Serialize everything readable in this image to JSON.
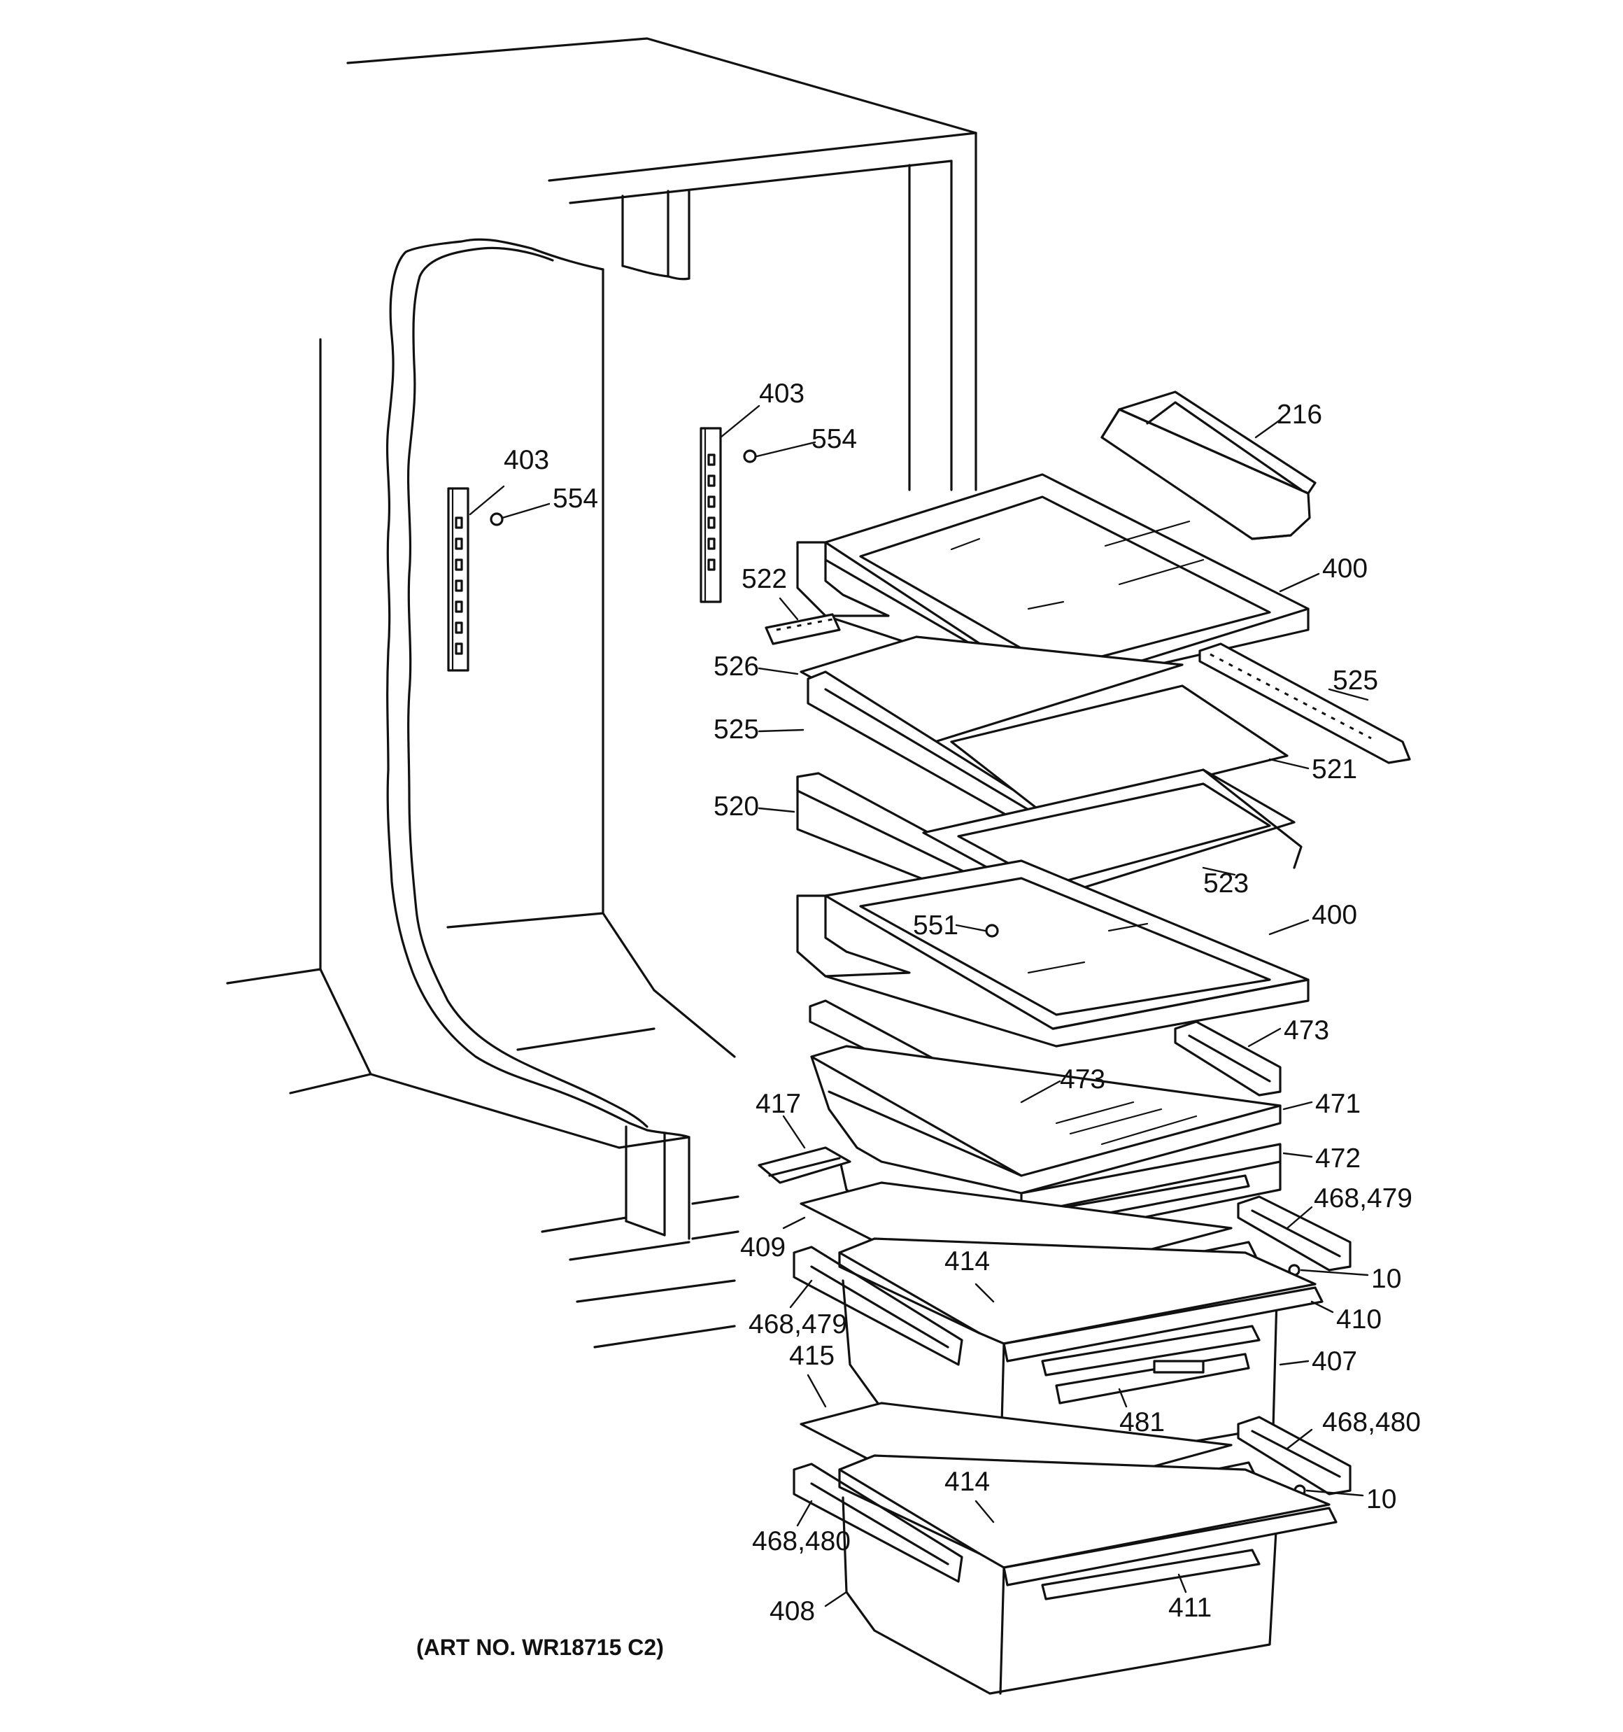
{
  "diagram": {
    "art_number": "(ART NO. WR18715 C2)",
    "parts": {
      "p216": "216",
      "p403a": "403",
      "p554a": "554",
      "p403b": "403",
      "p554b": "554",
      "p522": "522",
      "p400a": "400",
      "p526": "526",
      "p525a": "525",
      "p525b": "525",
      "p521": "521",
      "p520": "520",
      "p523": "523",
      "p551": "551",
      "p400b": "400",
      "p473a": "473",
      "p473b": "473",
      "p417": "417",
      "p471": "471",
      "p472": "472",
      "p468_479a": "468,479",
      "p409": "409",
      "p414a": "414",
      "p10a": "10",
      "p468_479b": "468,479",
      "p410": "410",
      "p407": "407",
      "p415": "415",
      "p481": "481",
      "p468_480a": "468,480",
      "p414b": "414",
      "p10b": "10",
      "p468_480b": "468,480",
      "p411": "411",
      "p408": "408"
    }
  }
}
